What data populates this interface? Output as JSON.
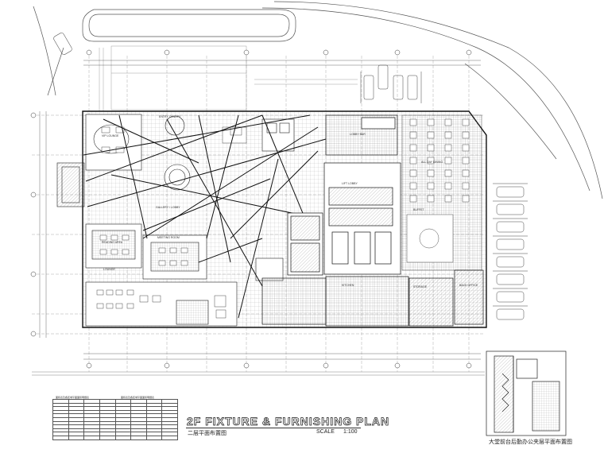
{
  "title": {
    "main": "2F FIXTURE & FURNISHING PLAN",
    "sub": "二层平面布置图",
    "scale_label": "SCALE",
    "scale_value": "1:100"
  },
  "inset": {
    "caption": "大堂前台后勤办公夹层平面布置图"
  },
  "schedule": {
    "left_header": "面积表及各区域平面面积明细表",
    "right_header": "面积表及各区域平面面积明细表"
  },
  "room_labels": [
    "VIP LOUNGE",
    "LOUNGE",
    "GALLERY / LOBBY",
    "LIFT LOBBY",
    "READING AREA",
    "MEETING ROOM",
    "LOBBY BAR",
    "ALL DAY DINING",
    "BUFFET",
    "KITCHEN",
    "STORAGE",
    "BACK OFFICE",
    "ENTRY CANOPY"
  ]
}
